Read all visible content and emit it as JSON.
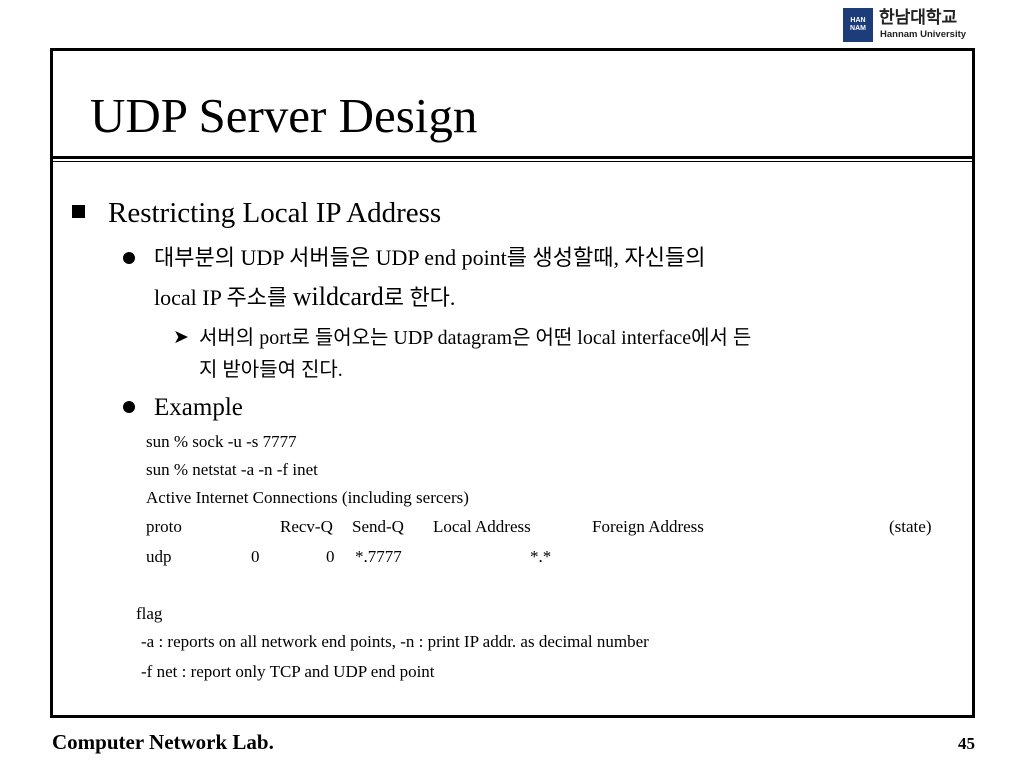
{
  "logo": {
    "mark": "HAN NAM",
    "korean": "한남대학교",
    "english": "Hannam University"
  },
  "slide": {
    "title": "UDP Server Design",
    "bullet1": "Restricting Local IP Address",
    "sub1_line1": "대부분의 UDP 서버들은 UDP end point를 생성할때, 자신들의",
    "sub1_line2_a": "local IP 주소를 ",
    "sub1_line2_b": "wildcard",
    "sub1_line2_c": "로 한다.",
    "arrow_line1": "서버의 port로 들어오는 UDP datagram은 어떤 local interface에서 든",
    "arrow_line2": "지 받아들여 진다.",
    "sub2": "Example",
    "code": {
      "cmd1": "sun % sock -u -s 7777",
      "cmd2": "sun % netstat -a -n -f  inet",
      "active": "Active Internet Connections  (including sercers)",
      "headers": [
        "proto",
        "Recv-Q",
        "Send-Q",
        "Local Address",
        "Foreign Address",
        "(state)"
      ],
      "row": [
        "udp",
        "0",
        "0",
        "*.7777",
        "*.*"
      ],
      "flag": "flag",
      "flag_a": "-a : reports on all network end points,  -n : print IP addr. as decimal number",
      "flag_f": "-f net : report only TCP and UDP end point"
    }
  },
  "footer": {
    "lab": "Computer Network Lab.",
    "page": "45"
  },
  "icons": {
    "square_bullet": "square-bullet-icon",
    "round_bullet": "round-bullet-icon",
    "arrow_bullet": "arrowhead-icon"
  }
}
